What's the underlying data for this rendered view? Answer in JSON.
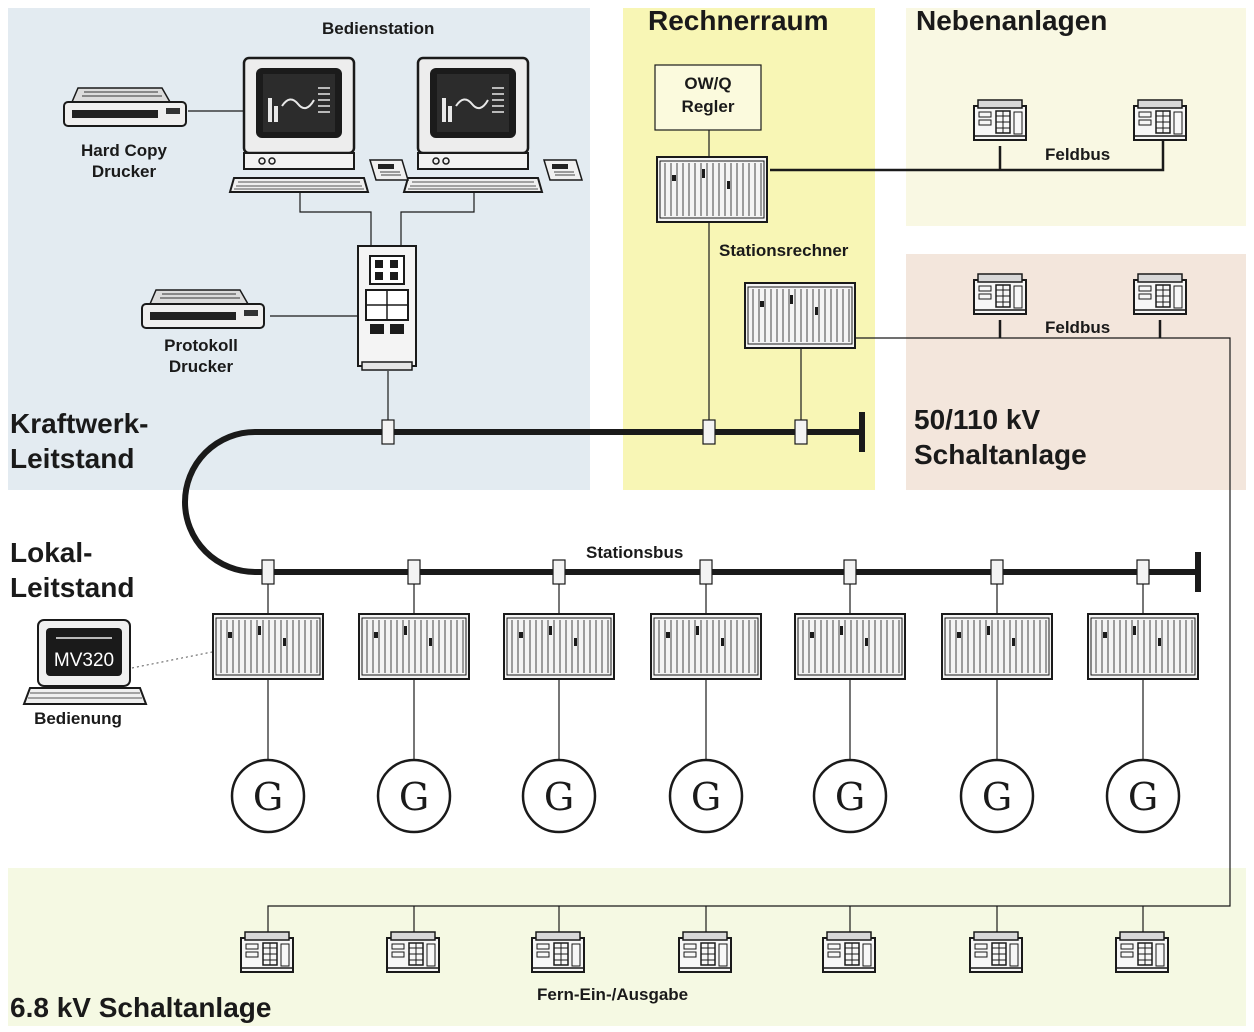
{
  "colors": {
    "leitstand_bg": "#e3ebf1",
    "rechnerraum_bg": "#f8f6b5",
    "nebenanlagen_bg": "#f9f8e3",
    "schaltanlage_bg": "#f3e6dc",
    "schaltanlage68_bg": "#f5f9e3",
    "line": "#1a1a1a"
  },
  "regions": {
    "rechnerraum": "Rechnerraum",
    "nebenanlagen": "Nebenanlagen",
    "kraftwerk_leitstand": [
      "Kraftwerk-",
      "Leitstand"
    ],
    "lokal_leitstand": [
      "Lokal-",
      "Leitstand"
    ],
    "schaltanlage_50_110": [
      "50/110 kV",
      "Schaltanlage"
    ],
    "schaltanlage_6_8": "6.8 kV Schaltanlage"
  },
  "labels": {
    "bedienstation": "Bedienstation",
    "hard_copy_drucker": [
      "Hard Copy",
      "Drucker"
    ],
    "protokoll_drucker": [
      "Protokoll",
      "Drucker"
    ],
    "owq_regler": [
      "OW/Q",
      "Regler"
    ],
    "stationsrechner": "Stationsrechner",
    "feldbus_top": "Feldbus",
    "feldbus_mid": "Feldbus",
    "stationsbus": "Stationsbus",
    "bedienung": "Bedienung",
    "mv320": "MV320",
    "fern_ein_ausgabe": "Fern-Ein-/Ausgabe"
  },
  "generators": [
    "G",
    "G",
    "G",
    "G",
    "G",
    "G",
    "G"
  ],
  "icons": {
    "monitor": "workstation-monitor-icon",
    "printer": "printer-icon",
    "keypad": "handheld-keypad-icon",
    "network_coupler": "network-coupler-cabinet-icon",
    "rack": "control-rack-icon",
    "field_module": "field-io-module-icon",
    "terminal": "terminal-icon"
  }
}
